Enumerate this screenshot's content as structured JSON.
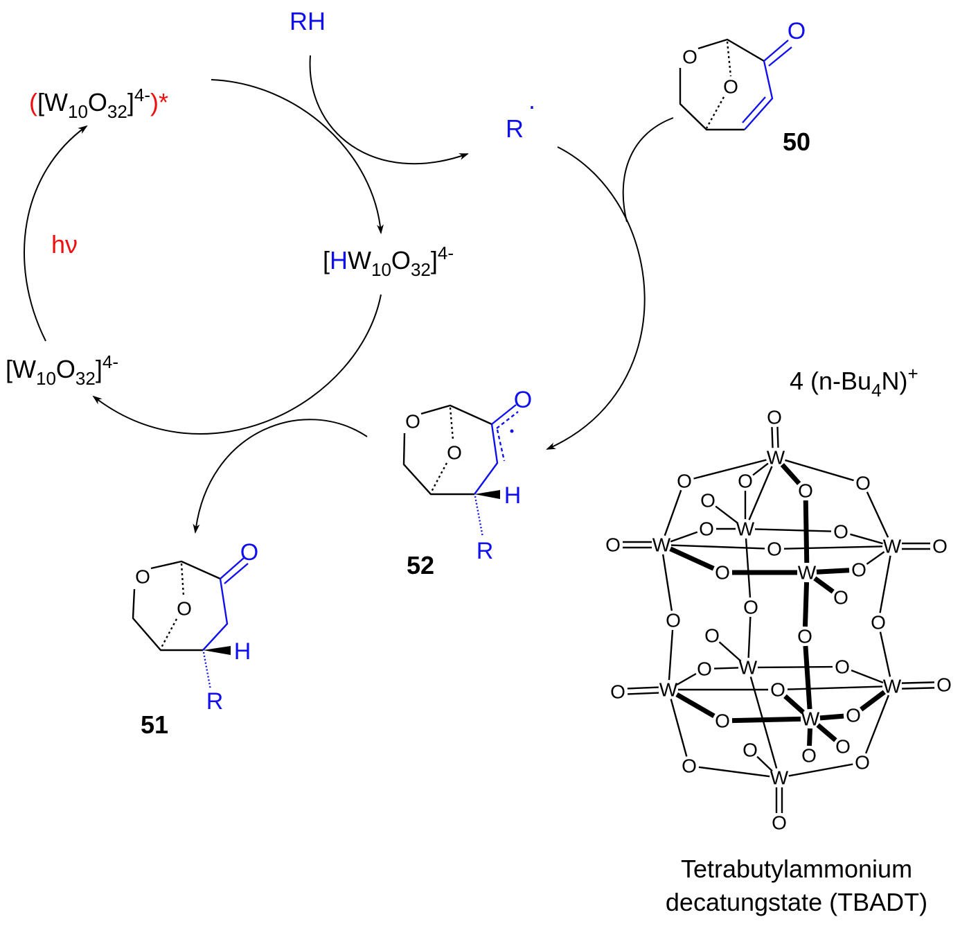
{
  "cycle": {
    "excited": {
      "open": "(",
      "bracket": "[W",
      "sub1": "10",
      "o": "O",
      "sub2": "32",
      "close": "]",
      "sup": "4-",
      "close2": ")*"
    },
    "hnu": "hν",
    "reduced": {
      "open": "[",
      "h": "H",
      "w": "W",
      "sub1": "10",
      "o": "O",
      "sub2": "32",
      "close": "]",
      "sup": "4-"
    },
    "ground": {
      "open": "[W",
      "sub1": "10",
      "o": "O",
      "sub2": "32",
      "close": "]",
      "sup": "4-"
    },
    "rh": "RH",
    "radical": "R",
    "radical_dot": "·"
  },
  "compounds": {
    "c50": "50",
    "c51": "51",
    "c52": "52"
  },
  "atoms": {
    "O": "O",
    "H": "H",
    "R": "R",
    "W": "W"
  },
  "tbadt": {
    "counterion": {
      "prefix": "4 (n-Bu",
      "sub": "4",
      "suffix": "N)",
      "sup": "+"
    },
    "name_line1": "Tetrabutylammonium",
    "name_line2": "decatungstate (TBADT)"
  }
}
